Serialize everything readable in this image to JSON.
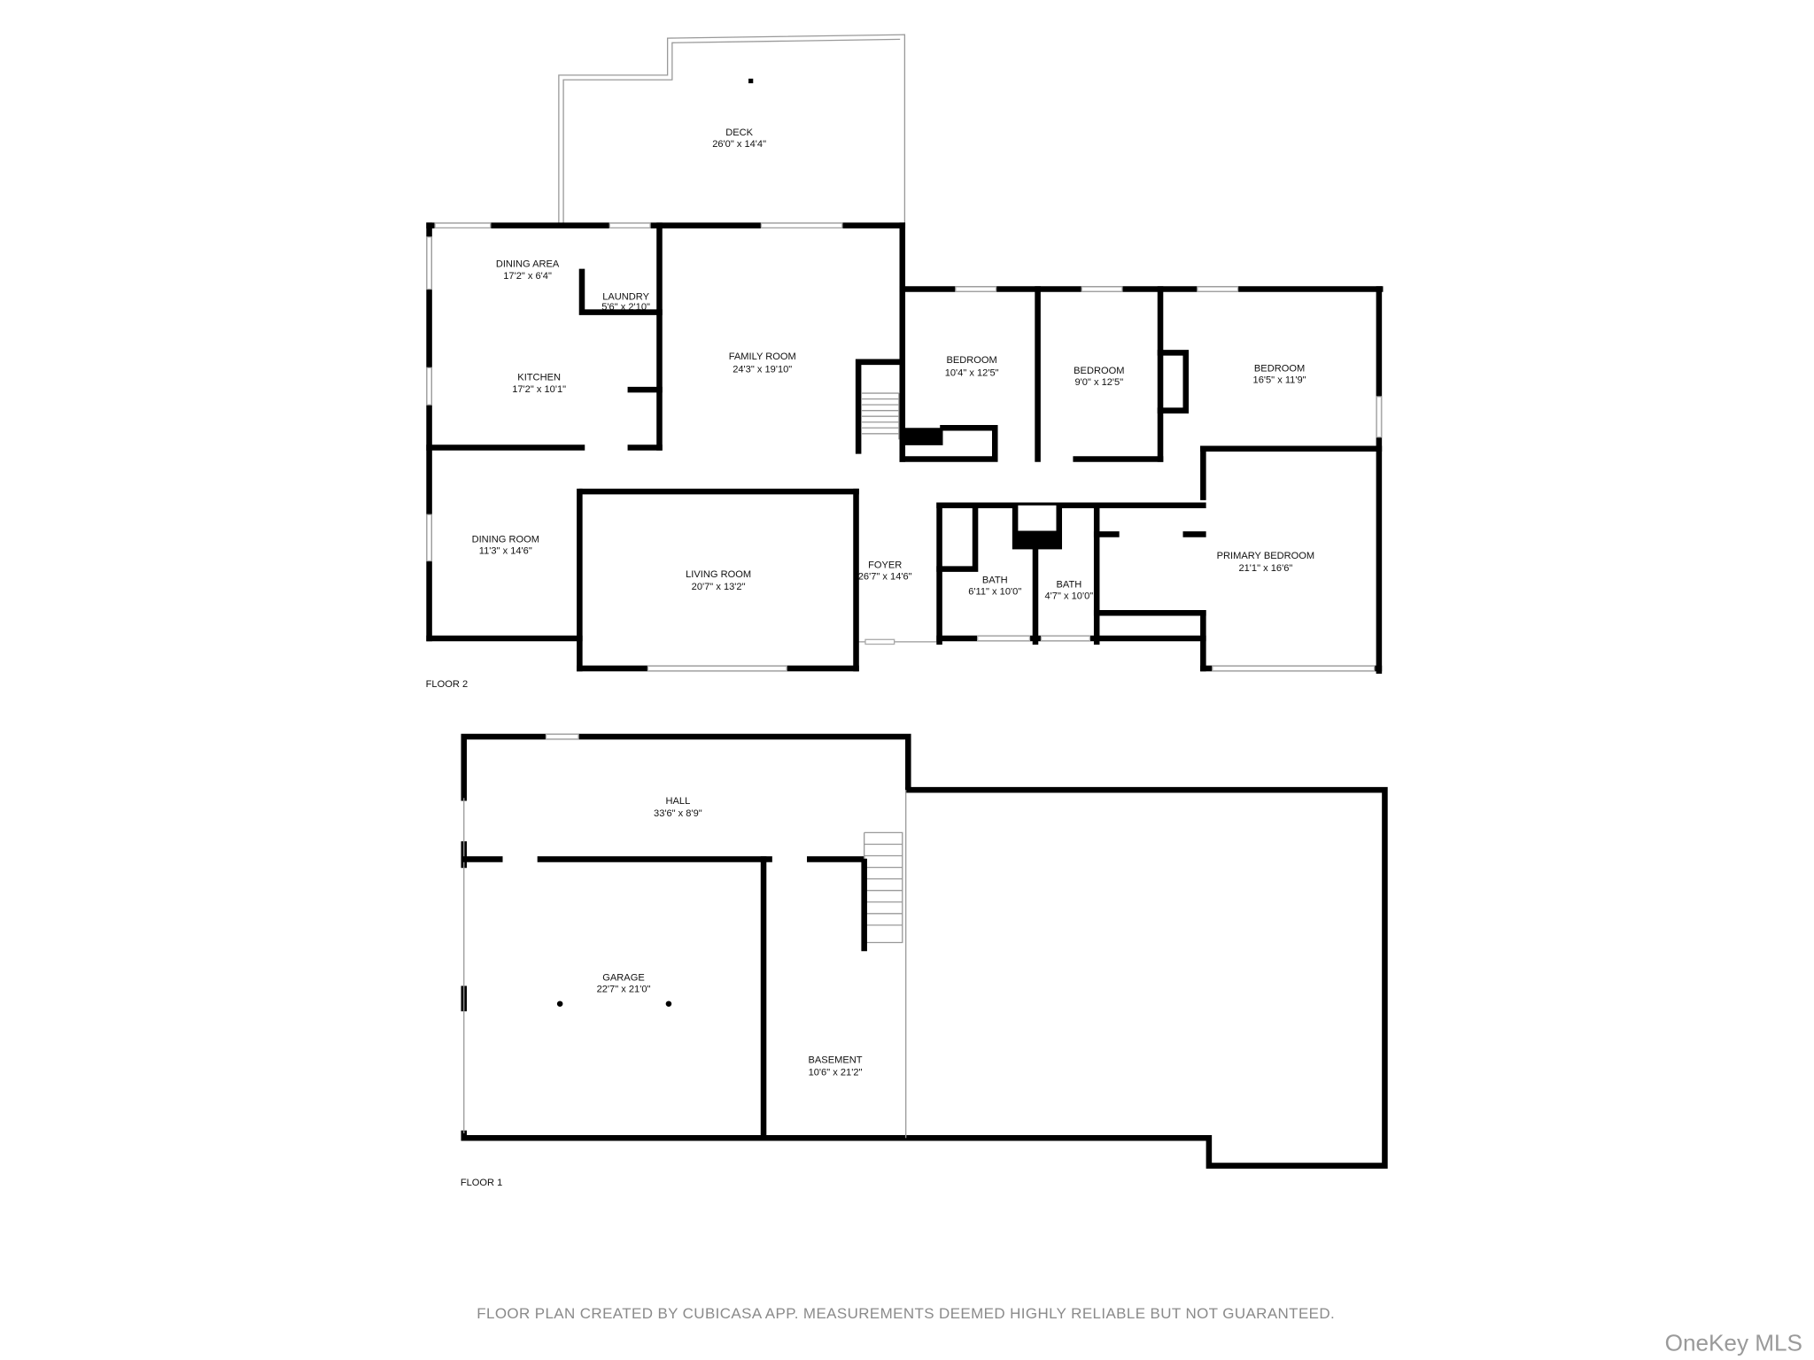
{
  "floor2": {
    "label": "FLOOR 2",
    "rooms": [
      {
        "name": "DECK",
        "size": "26'0\" x 14'4\""
      },
      {
        "name": "DINING AREA",
        "size": "17'2\" x 6'4\""
      },
      {
        "name": "LAUNDRY",
        "size": "5'6\" x 2'10\""
      },
      {
        "name": "KITCHEN",
        "size": "17'2\" x 10'1\""
      },
      {
        "name": "FAMILY ROOM",
        "size": "24'3\" x 19'10\""
      },
      {
        "name": "BEDROOM",
        "size": "10'4\" x 12'5\""
      },
      {
        "name": "BEDROOM",
        "size": "9'0\" x 12'5\""
      },
      {
        "name": "BEDROOM",
        "size": "16'5\" x 11'9\""
      },
      {
        "name": "DINING ROOM",
        "size": "11'3\" x 14'6\""
      },
      {
        "name": "LIVING ROOM",
        "size": "20'7\" x 13'2\""
      },
      {
        "name": "FOYER",
        "size": "26'7\" x 14'6\""
      },
      {
        "name": "BATH",
        "size": "6'11\" x 10'0\""
      },
      {
        "name": "BATH",
        "size": "4'7\" x 10'0\""
      },
      {
        "name": "PRIMARY BEDROOM",
        "size": "21'1\" x 16'6\""
      }
    ]
  },
  "floor1": {
    "label": "FLOOR 1",
    "rooms": [
      {
        "name": "HALL",
        "size": "33'6\" x 8'9\""
      },
      {
        "name": "GARAGE",
        "size": "22'7\" x 21'0\""
      },
      {
        "name": "BASEMENT",
        "size": "10'6\" x 21'2\""
      }
    ]
  },
  "footer": "FLOOR PLAN CREATED BY CUBICASA APP. MEASUREMENTS DEEMED HIGHLY RELIABLE BUT NOT GUARANTEED.",
  "watermark": "OneKey MLS"
}
